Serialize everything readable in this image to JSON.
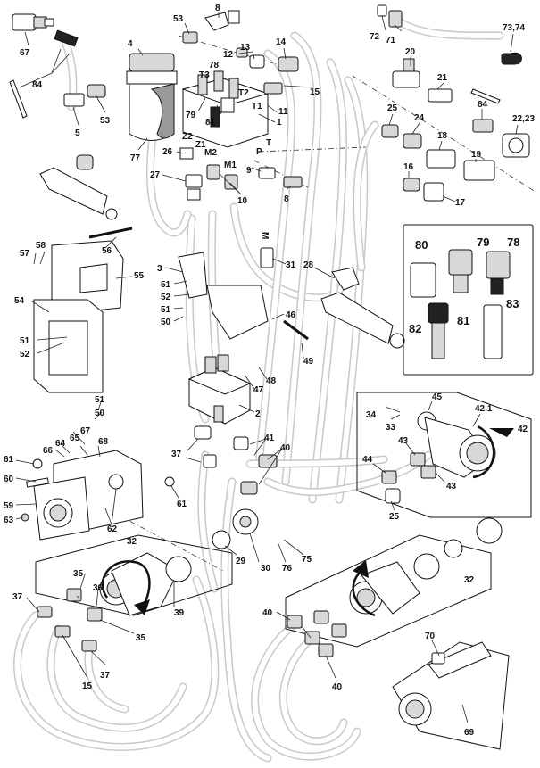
{
  "figure": {
    "labels": {
      "l1": "1",
      "l2": "2",
      "l3": "3",
      "l4": "4",
      "l5": "5",
      "l67": "67",
      "l8a": "8",
      "l8b": "8",
      "l9": "9",
      "l10": "10",
      "l11": "11",
      "l12": "12",
      "l13": "13",
      "l14": "14",
      "l15a": "15",
      "l15b": "15",
      "l16": "16",
      "l17": "17",
      "l18": "18",
      "l19": "19",
      "l20": "20",
      "l21": "21",
      "l2223": "22,23",
      "l24": "24",
      "l25a": "25",
      "l25b": "25",
      "l26": "26",
      "l27": "27",
      "l28": "28",
      "l29": "29",
      "l30": "30",
      "l31": "31",
      "l32a": "32",
      "l32b": "32",
      "l33": "33",
      "l34": "34",
      "l35a": "35",
      "l35b": "35",
      "l36": "36",
      "l37a": "37",
      "l37b": "37",
      "l37c": "37",
      "l39": "39",
      "l40a": "40",
      "l40b": "40",
      "l40c": "40",
      "l41": "41",
      "l42": "42",
      "l421": "42.1",
      "l43a": "43",
      "l43b": "43",
      "l44": "44",
      "l45": "45",
      "l46": "46",
      "l47": "47",
      "l48": "48",
      "l49": "49",
      "l50a": "50",
      "l50b": "50",
      "l51a": "51",
      "l51b": "51",
      "l51c": "51",
      "l51d": "51",
      "l52a": "52",
      "l52b": "52",
      "l53a": "53",
      "l53b": "53",
      "l54": "54",
      "l55": "55",
      "l56": "56",
      "l57": "57",
      "l58": "58",
      "l59": "59",
      "l60": "60",
      "l61a": "61",
      "l61b": "61",
      "l62": "62",
      "l63": "63",
      "l64": "64",
      "l65": "65",
      "l66": "66",
      "l68": "68",
      "l69": "69",
      "l70": "70",
      "l71": "71",
      "l72": "72",
      "l7374": "73,74",
      "l75": "75",
      "l76": "76",
      "l77": "77",
      "l78a": "78",
      "l78b": "78",
      "l79a": "79",
      "l79b": "79",
      "l80": "80",
      "l81a": "81",
      "l81b": "81",
      "l82": "82",
      "l83": "83",
      "l84a": "84",
      "l84b": "84",
      "portT3": "T3",
      "portT2": "T2",
      "portT1": "T1",
      "portT": "T",
      "portP": "P",
      "portZ2": "Z2",
      "portZ1": "Z1",
      "portM2": "M2",
      "portM1": "M1",
      "portM": "M"
    }
  }
}
